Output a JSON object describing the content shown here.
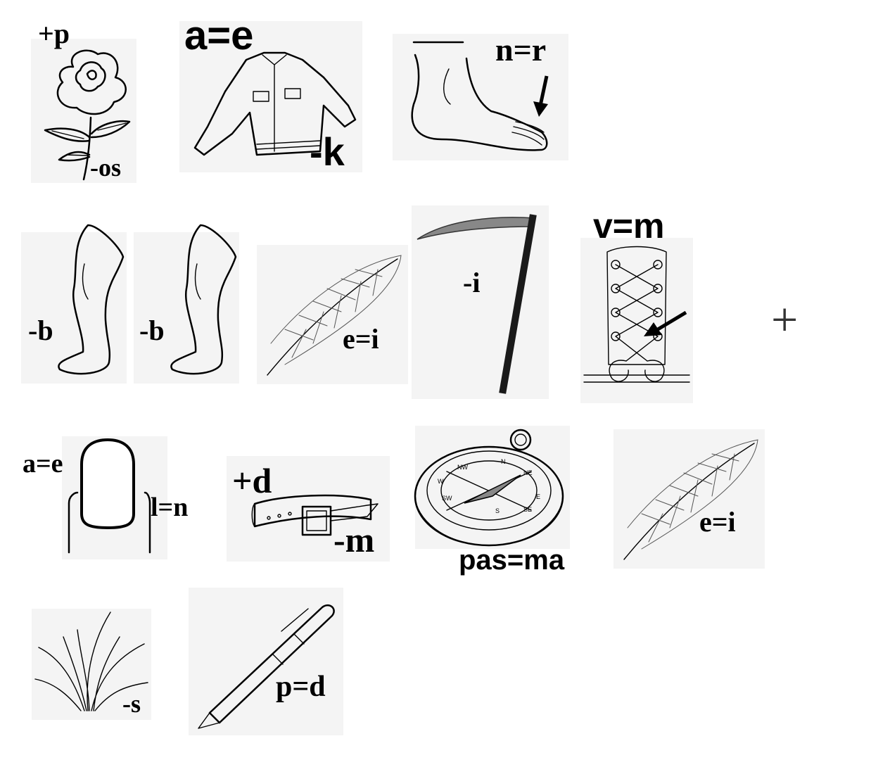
{
  "row1": {
    "rose": {
      "label_top": "+p",
      "label_bottom": "-os"
    },
    "jacket": {
      "label_top": "a=e",
      "label_bottom": "-k"
    },
    "foot": {
      "label": "n=r"
    }
  },
  "row2": {
    "leg1": {
      "label": "-b"
    },
    "leg2": {
      "label": "-b"
    },
    "feather": {
      "label": "e=i"
    },
    "scythe": {
      "label": "-i"
    },
    "laces": {
      "label": "v=m"
    },
    "plus": {
      "label": "+"
    }
  },
  "row3": {
    "nail": {
      "label_left": "a=e",
      "label_right": "l=n"
    },
    "belt": {
      "label_top": "+d",
      "label_bottom": "-m"
    },
    "compass": {
      "label": "pas=ma",
      "letters": [
        "N",
        "NE",
        "E",
        "SE",
        "S",
        "SW",
        "W",
        "NW"
      ]
    },
    "feather": {
      "label": "e=i"
    }
  },
  "row4": {
    "grass": {
      "label": "-s"
    },
    "pen": {
      "label": "p=d"
    }
  }
}
